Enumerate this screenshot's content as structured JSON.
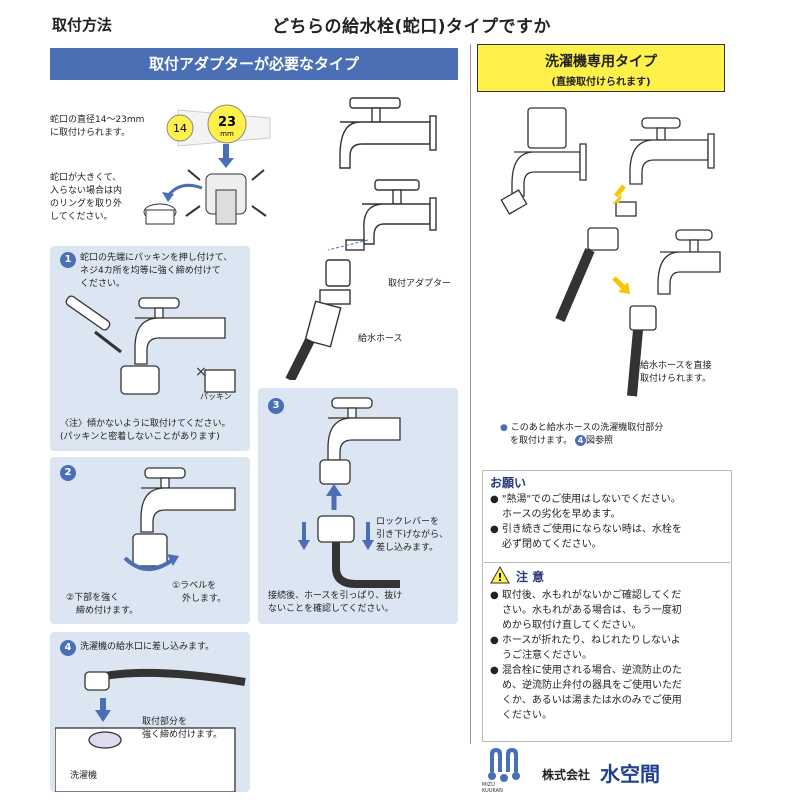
{
  "header": {
    "title_left": "取付方法",
    "title_main": "どちらの給水栓(蛇口)タイプですか"
  },
  "left_band": {
    "label": "取付アダプターが必要なタイプ"
  },
  "right_band": {
    "title": "洗濯機専用タイプ",
    "subtitle": "(直接取付けられます)"
  },
  "diameter": {
    "text1": "蛇口の直径14〜23mm",
    "text2": "に取付けられます。",
    "min": "14",
    "max": "23",
    "unit": "mm"
  },
  "ring_note": {
    "l1": "蛇口が大きくて、",
    "l2": "入らない場合は内",
    "l3": "のリングを取り外",
    "l4": "してください。"
  },
  "labels": {
    "adapter": "取付アダプター",
    "hose": "給水ホース",
    "packing": "パッキン",
    "direct_l1": "給水ホースを直接",
    "direct_l2": "取付けられます。",
    "washer": "洗濯機"
  },
  "step1": {
    "num": "1",
    "l1": "蛇口の先端にパッキンを押し付けて、",
    "l2": "ネジ4カ所を均等に強く締め付けて",
    "l3": "ください。",
    "note1": "〈注〉傾かないように取付けてください。",
    "note2": "(パッキンと密着しないことがあります)"
  },
  "step2": {
    "num": "2",
    "a1": "①ラベルを",
    "a2": "外します。",
    "b1": "②下部を強く",
    "b2": "締め付けます。"
  },
  "step3": {
    "num": "3",
    "l1": "ロックレバーを",
    "l2": "引き下げながら、",
    "l3": "差し込みます。",
    "c1": "接続後、ホースを引っぱり、抜け",
    "c2": "ないことを確認してください。"
  },
  "step4": {
    "num": "4",
    "l1": "洗濯機の給水口に差し込みます。",
    "t1": "取付部分を",
    "t2": "強く締め付けます。"
  },
  "right_note": {
    "l1": "このあと給水ホースの洗濯機取付部分",
    "l2": "を取付けます。",
    "ref": "4",
    "ref_tail": "図参照"
  },
  "request": {
    "heading": "お願い",
    "items": [
      [
        "\"熱湯\"でのご使用はしないでください。",
        "ホースの劣化を早めます。"
      ],
      [
        "引き続きご使用にならない時は、水栓を",
        "必ず閉めてください。"
      ]
    ]
  },
  "caution": {
    "heading": "注 意",
    "items": [
      [
        "取付後、水もれがないかご確認してくだ",
        "さい。水もれがある場合は、もう一度初",
        "めから取付け直してください。"
      ],
      [
        "ホースが折れたり、ねじれたりしないよ",
        "うご注意ください。"
      ],
      [
        "混合栓に使用される場合、逆流防止のた",
        "め、逆流防止弁付の器具をご使用いただ",
        "くか、あるいは湯または水のみでご使用",
        "ください。"
      ]
    ]
  },
  "logo": {
    "company": "株式会社",
    "name": "水空間",
    "small1": "MIZU",
    "small2": "KUUKAN"
  },
  "colors": {
    "accent": "#4a6fb5",
    "panel": "#dce5f2",
    "yellow": "#fff04a"
  }
}
